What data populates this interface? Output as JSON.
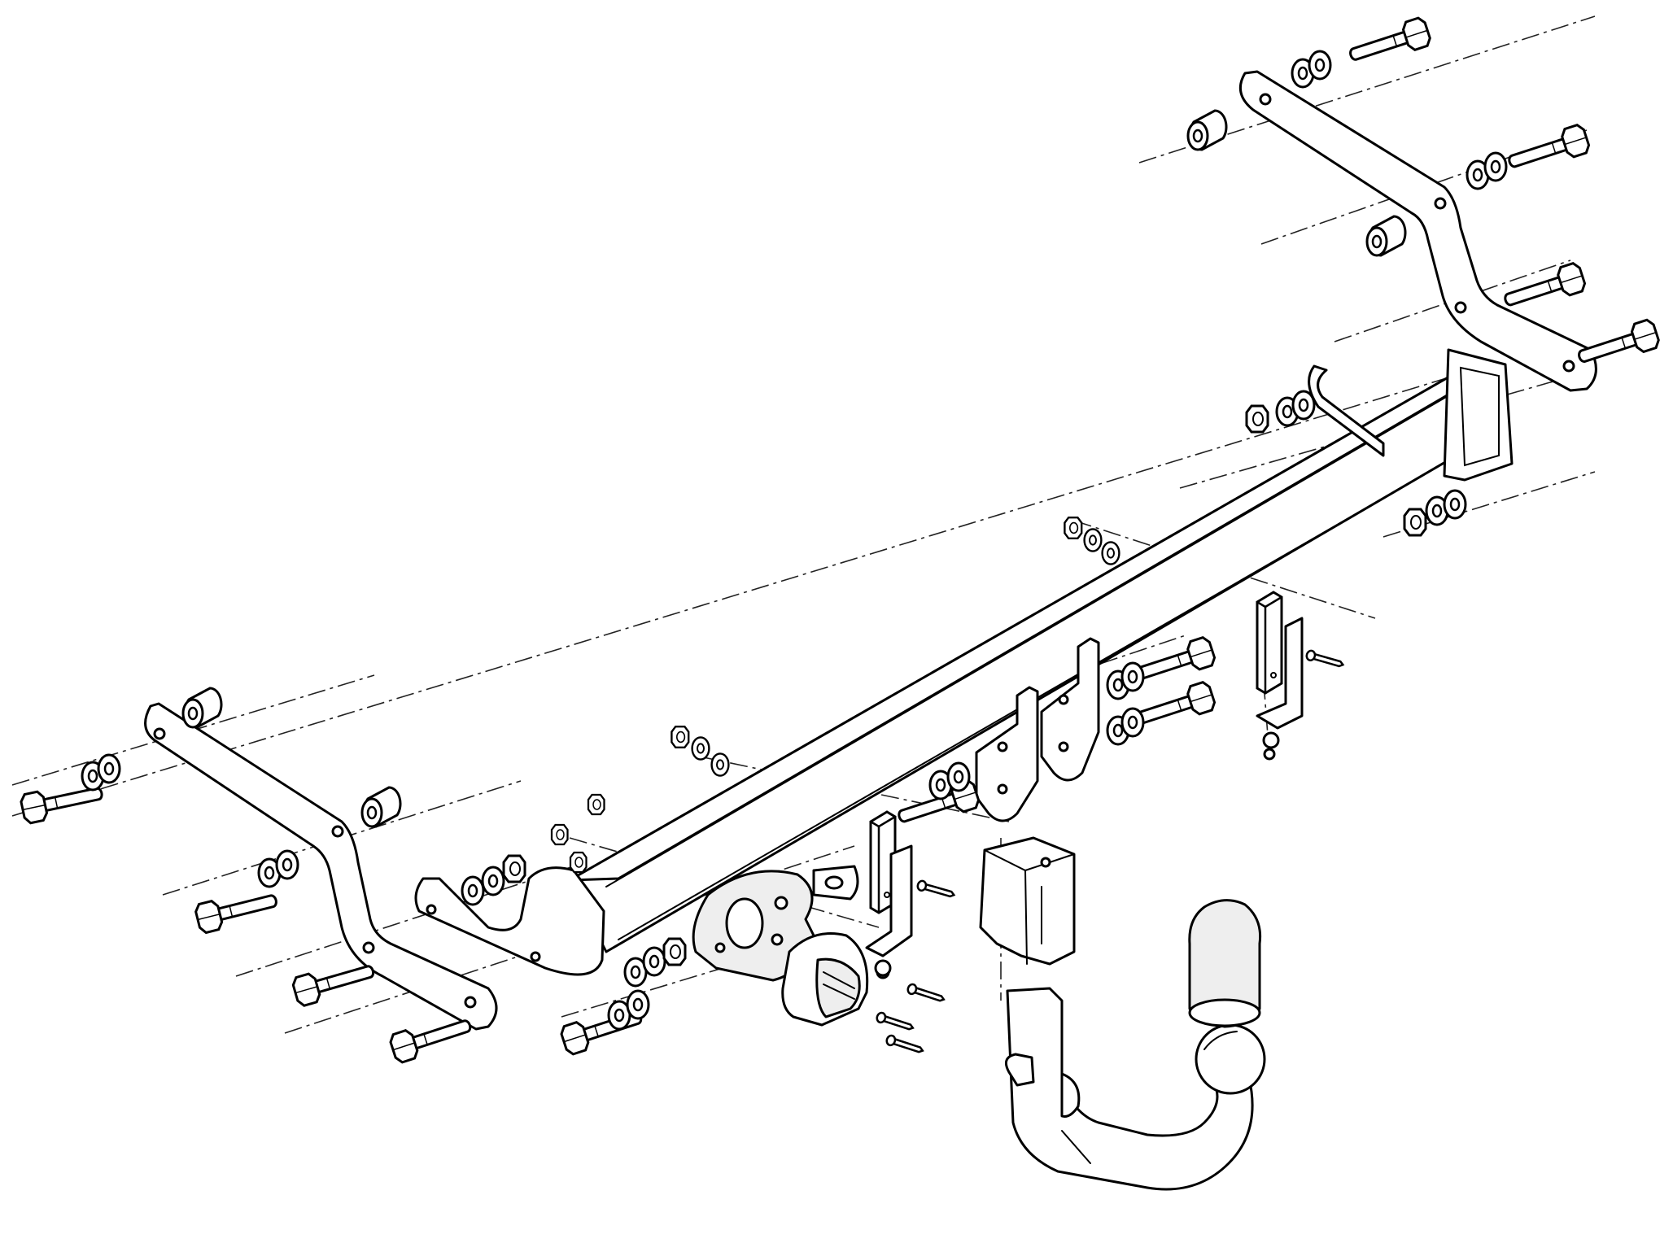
{
  "diagram": {
    "type": "exploded-assembly-line-drawing",
    "colors": {
      "line": "#000000",
      "background": "#ffffff",
      "shade": "#eeeeee"
    },
    "parts": [
      "crossbar-tube",
      "left-side-bracket",
      "right-side-bracket",
      "left-end-plate",
      "right-end-plate",
      "spacer-sleeve",
      "hex-bolt",
      "washer",
      "hex-nut",
      "socket-mounting-plate",
      "electrical-socket",
      "tow-ball-receiver",
      "removable-tow-ball-neck",
      "tow-ball-cover-cap",
      "small-mounting-bracket",
      "small-screw"
    ]
  }
}
